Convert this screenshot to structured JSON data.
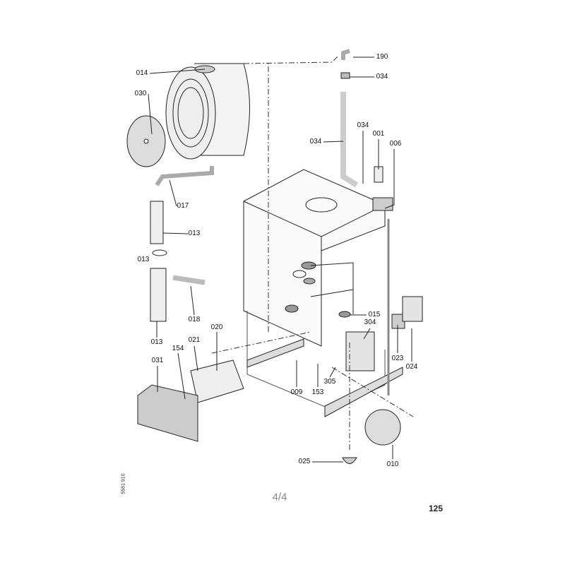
{
  "diagram": {
    "labels": [
      "190",
      "034",
      "014",
      "030",
      "034",
      "034",
      "001",
      "006",
      "017",
      "013",
      "013",
      "018",
      "013",
      "015",
      "304",
      "020",
      "021",
      "154",
      "031",
      "023",
      "024",
      "009",
      "153",
      "305",
      "025",
      "010"
    ]
  },
  "footer": {
    "doc_id": "5581 910",
    "page_indicator": "4/4",
    "page_number": "125"
  }
}
